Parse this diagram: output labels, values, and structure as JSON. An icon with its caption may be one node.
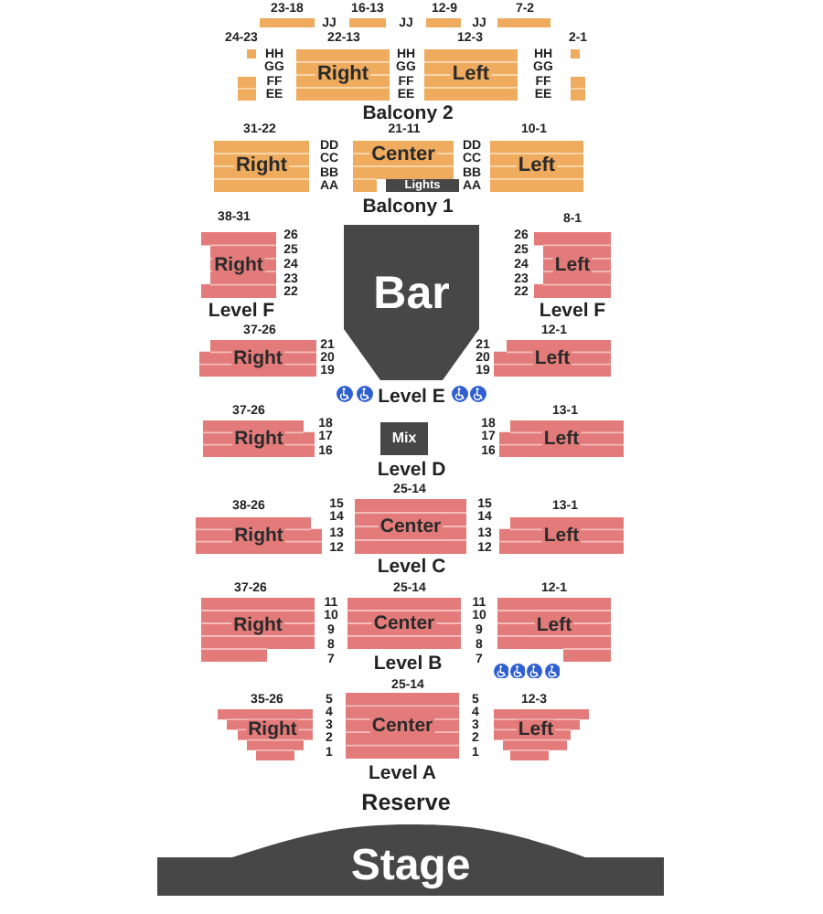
{
  "diagram": {
    "nodes": [
      {
        "text": [],
        "shape": "bar",
        "beside": [
          "23-18"
        ]
      },
      {
        "text": [],
        "shape": "bar",
        "beside": [
          "16-13"
        ]
      },
      {
        "text": [],
        "shape": "bar",
        "beside": [
          "12-9"
        ]
      },
      {
        "text": [],
        "shape": "bar",
        "beside": [
          "7-2"
        ]
      },
      {
        "text": [],
        "shape": "box",
        "beside": [
          "24-23"
        ]
      },
      {
        "text": [
          "Right"
        ],
        "beside": [
          "22-13"
        ]
      },
      {
        "text": [
          "Left"
        ],
        "beside": [
          "12-3"
        ]
      },
      {
        "text": [],
        "shape": "box",
        "beside": [
          "2-1"
        ]
      },
      {
        "text": [],
        "shape": "box"
      },
      {
        "text": [],
        "shape": "box"
      },
      {
        "text": [
          "Right"
        ],
        "beside": [
          "31-22"
        ]
      },
      {
        "text": [
          "Center"
        ],
        "beside": [
          "21-11"
        ]
      },
      {
        "text": [
          "Left"
        ],
        "beside": [
          "10-1"
        ]
      },
      {
        "text": [
          "Lights"
        ]
      },
      {
        "text": [
          "Right"
        ],
        "beside": [
          "38-31"
        ]
      },
      {
        "text": [
          "Bar"
        ]
      },
      {
        "text": [
          "Left"
        ],
        "beside": [
          "8-1"
        ]
      },
      {
        "text": [
          "Right"
        ],
        "beside": [
          "37-26"
        ]
      },
      {
        "text": [
          "Left"
        ],
        "beside": [
          "12-1"
        ]
      },
      {
        "text": [
          "Right"
        ],
        "beside": [
          "37-26"
        ]
      },
      {
        "text": [
          "Mix"
        ]
      },
      {
        "text": [
          "Left"
        ],
        "beside": [
          "13-1"
        ]
      },
      {
        "text": [
          "Right"
        ],
        "beside": [
          "38-26"
        ]
      },
      {
        "text": [
          "Center"
        ],
        "beside": [
          "25-14"
        ]
      },
      {
        "text": [
          "Left"
        ],
        "beside": [
          "13-1"
        ]
      },
      {
        "text": [
          "Right"
        ],
        "beside": [
          "37-26"
        ]
      },
      {
        "text": [
          "Center"
        ],
        "beside": [
          "25-14"
        ]
      },
      {
        "text": [
          "Left"
        ],
        "beside": [
          "12-1"
        ]
      },
      {
        "text": [
          "Right"
        ],
        "beside": [
          "35-26"
        ]
      },
      {
        "text": [
          "Center"
        ],
        "beside": [
          "25-14"
        ]
      },
      {
        "text": [
          "Left"
        ],
        "beside": [
          "12-3"
        ]
      },
      {
        "text": [
          "Stage"
        ]
      }
    ],
    "labels": [
      "JJ",
      "JJ",
      "JJ",
      "HH",
      "HH",
      "HH",
      "GG",
      "GG",
      "GG",
      "FF",
      "FF",
      "FF",
      "EE",
      "EE",
      "EE",
      "Balcony 2",
      "DD",
      "DD",
      "CC",
      "CC",
      "BB",
      "BB",
      "AA",
      "AA",
      "Balcony 1",
      "26",
      "26",
      "25",
      "25",
      "24",
      "24",
      "23",
      "23",
      "22",
      "22",
      "Level F",
      "Level F",
      "21",
      "21",
      "20",
      "20",
      "19",
      "19",
      "Level E",
      "18",
      "18",
      "17",
      "17",
      "16",
      "16",
      "Level D",
      "15",
      "15",
      "14",
      "14",
      "13",
      "13",
      "12",
      "12",
      "Level C",
      "11",
      "11",
      "10",
      "10",
      "9",
      "9",
      "8",
      "8",
      "7",
      "7",
      "Level B",
      "5",
      "5",
      "4",
      "4",
      "3",
      "3",
      "2",
      "2",
      "1",
      "1",
      "Level A",
      "Reserve"
    ]
  }
}
